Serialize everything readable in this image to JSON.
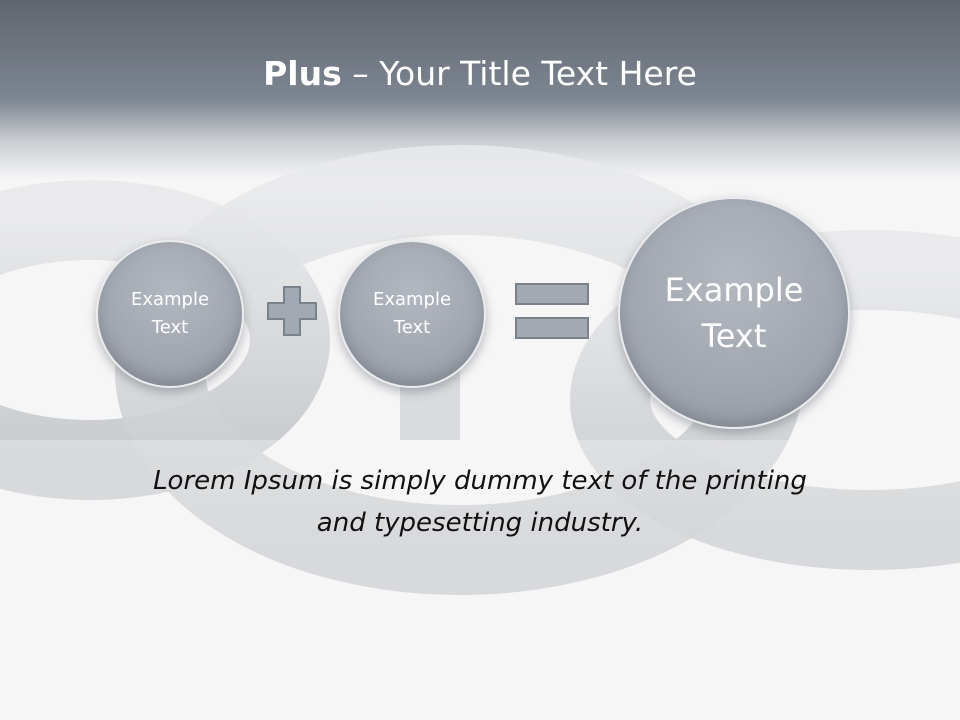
{
  "slide": {
    "title_bold": "Plus",
    "title_rest": " – Your Title Text Here",
    "circle_left": {
      "line1": "Example",
      "line2": "Text"
    },
    "circle_middle": {
      "line1": "Example",
      "line2": "Text"
    },
    "circle_result": {
      "line1": "Example",
      "line2": "Text"
    },
    "operator_plus_icon": "plus-icon",
    "operator_equals_icon": "equals-icon",
    "caption_line1": "Lorem Ipsum is simply dummy text of the printing",
    "caption_line2": "and typesetting industry."
  },
  "colors": {
    "header_dark": "#5f6670",
    "circle_fill": "#a0a6af",
    "operator_fill": "#a3a9b2",
    "text": "#111111"
  }
}
